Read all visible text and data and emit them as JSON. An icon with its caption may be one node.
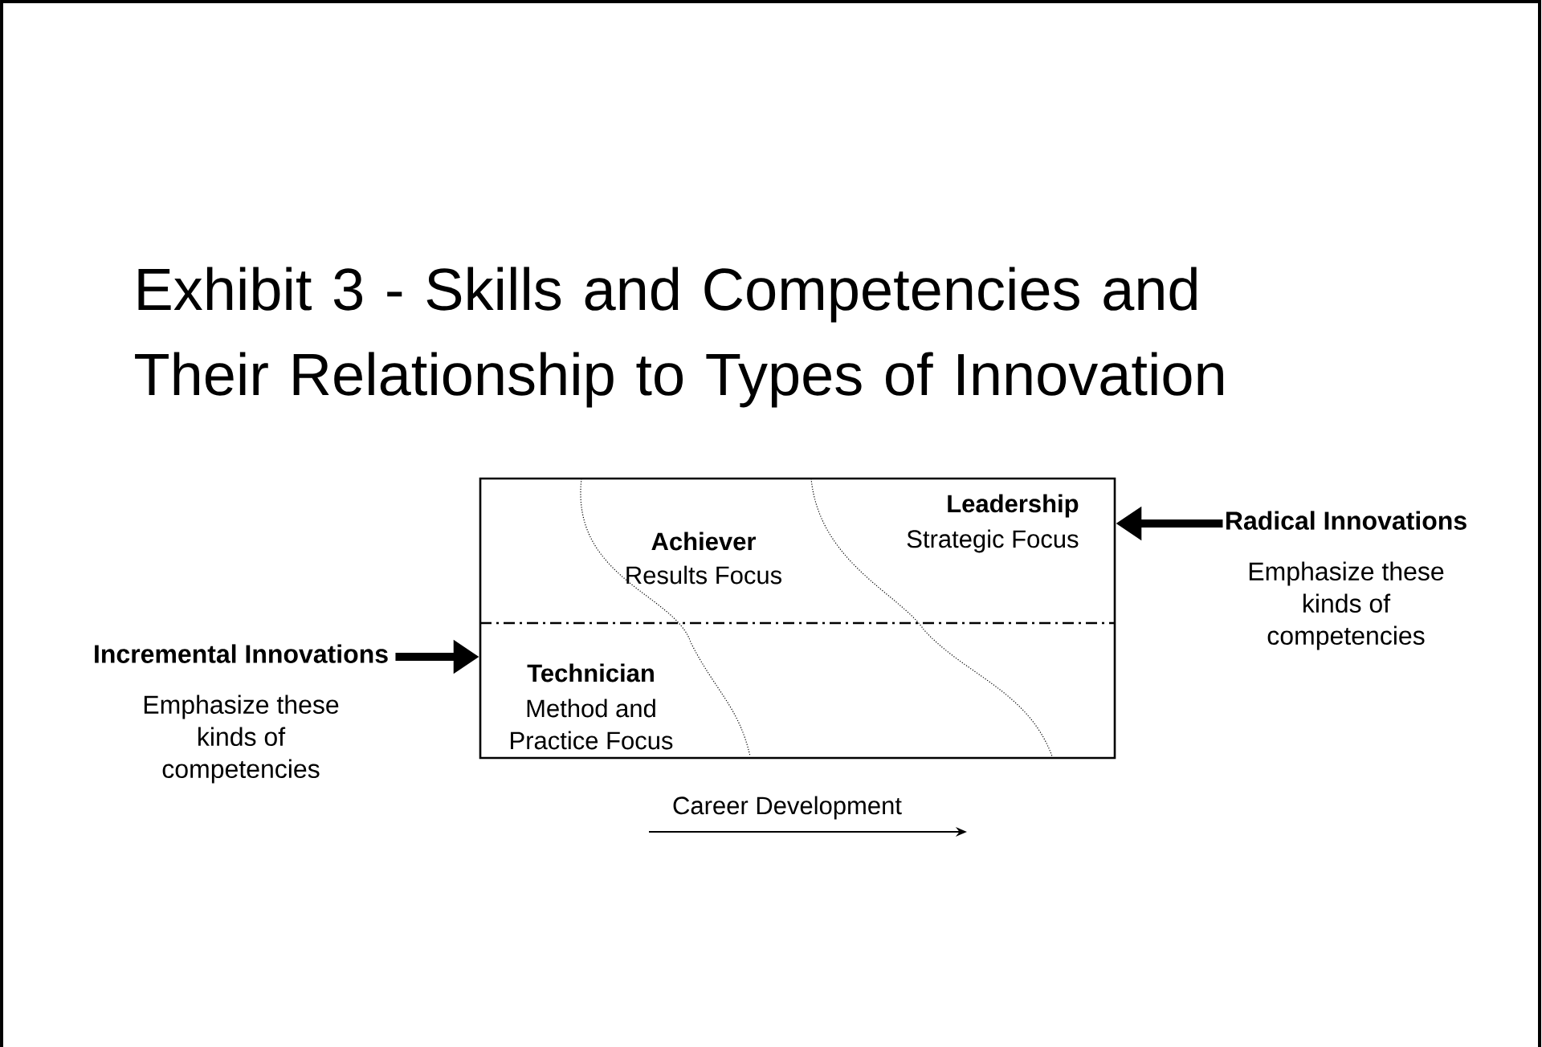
{
  "diagram": {
    "title": "Exhibit 3 - Skills and Competencies and Their Relationship to Types of Innovation",
    "nodes": [
      {
        "text": [
          "Incremental Innovations",
          "Emphasize these kinds of competencies"
        ]
      },
      {
        "text": [],
        "shape": "box"
      },
      {
        "text": [
          "Radical Innovations",
          "Emphasize these kinds of competencies"
        ]
      }
    ],
    "edges": [
      {
        "from": 0,
        "to": 1,
        "arrow": "to"
      },
      {
        "from": 2,
        "to": 1,
        "arrow": "to"
      }
    ],
    "labels": [
      "Achiever",
      "Results Focus",
      "Leadership",
      "Strategic Focus",
      "Technician",
      "Method and Practice Focus",
      "Career Development"
    ]
  }
}
